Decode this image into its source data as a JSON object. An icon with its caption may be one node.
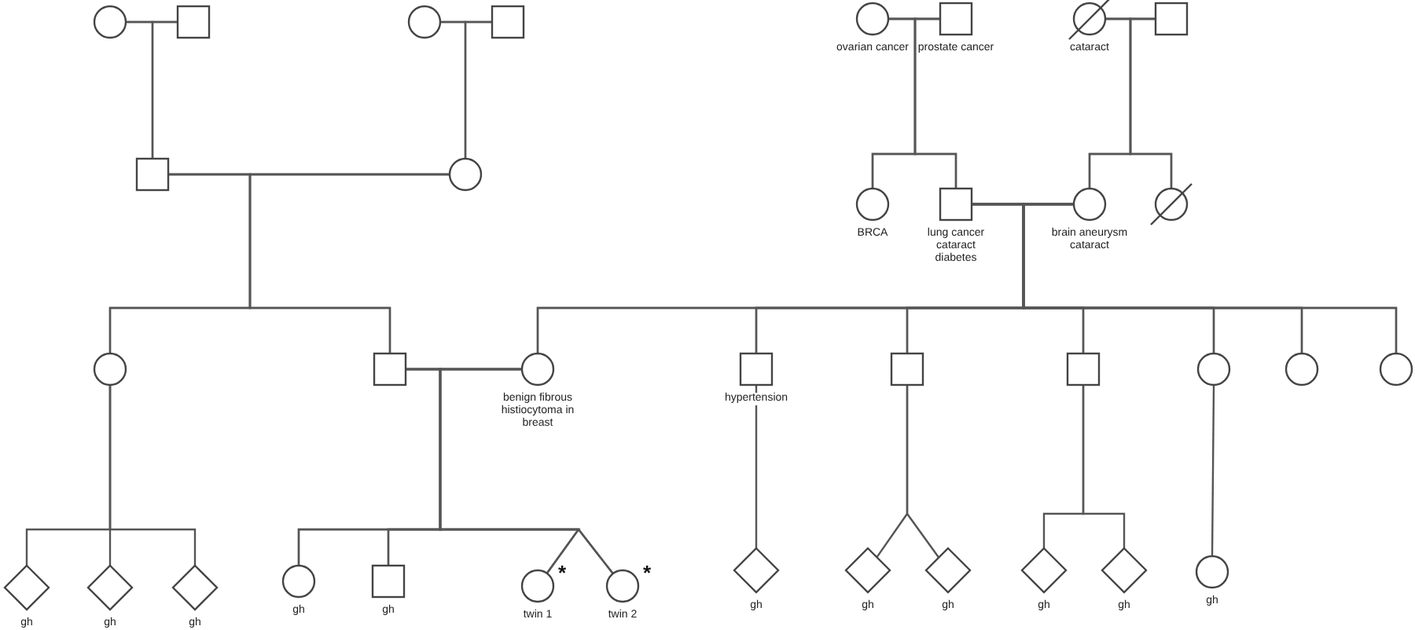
{
  "diagram": {
    "nodes": [
      {
        "text": [],
        "shape": "circle"
      },
      {
        "text": [],
        "shape": "box"
      },
      {
        "text": [],
        "shape": "circle"
      },
      {
        "text": [],
        "shape": "box"
      },
      {
        "text": [],
        "shape": "circle",
        "beside": [
          "ovarian cancer"
        ]
      },
      {
        "text": [],
        "shape": "box",
        "beside": [
          "prostate cancer"
        ]
      },
      {
        "text": [],
        "shape": "slashed-circle",
        "beside": [
          "cataract"
        ]
      },
      {
        "text": [],
        "shape": "box"
      },
      {
        "text": [],
        "shape": "box"
      },
      {
        "text": [],
        "shape": "circle"
      },
      {
        "text": [],
        "shape": "circle",
        "beside": [
          "BRCA"
        ]
      },
      {
        "text": [],
        "shape": "box",
        "beside": [
          "lung cancer cataract diabetes"
        ]
      },
      {
        "text": [],
        "shape": "circle",
        "beside": [
          "brain aneurysm cataract"
        ]
      },
      {
        "text": [],
        "shape": "slashed-circle"
      },
      {
        "text": [],
        "shape": "circle"
      },
      {
        "text": [],
        "shape": "box"
      },
      {
        "text": [],
        "shape": "circle",
        "beside": [
          "benign fibrous histiocytoma in breast"
        ]
      },
      {
        "text": [],
        "shape": "box",
        "beside": [
          "hypertension"
        ]
      },
      {
        "text": [],
        "shape": "box"
      },
      {
        "text": [],
        "shape": "box"
      },
      {
        "text": [],
        "shape": "circle"
      },
      {
        "text": [],
        "shape": "circle"
      },
      {
        "text": [],
        "shape": "circle"
      },
      {
        "text": [],
        "shape": "diamond",
        "beside": [
          "gh"
        ]
      },
      {
        "text": [],
        "shape": "diamond",
        "beside": [
          "gh"
        ]
      },
      {
        "text": [],
        "shape": "diamond",
        "beside": [
          "gh"
        ]
      },
      {
        "text": [],
        "shape": "circle",
        "beside": [
          "gh"
        ]
      },
      {
        "text": [],
        "shape": "box",
        "beside": [
          "gh"
        ]
      },
      {
        "text": [],
        "shape": "circle",
        "beside": [
          "twin 1",
          "*"
        ]
      },
      {
        "text": [],
        "shape": "circle",
        "beside": [
          "twin 2",
          "*"
        ]
      },
      {
        "text": [],
        "shape": "diamond",
        "beside": [
          "gh"
        ]
      },
      {
        "text": [],
        "shape": "diamond",
        "beside": [
          "gh"
        ]
      },
      {
        "text": [],
        "shape": "diamond",
        "beside": [
          "gh"
        ]
      },
      {
        "text": [],
        "shape": "diamond",
        "beside": [
          "gh"
        ]
      },
      {
        "text": [],
        "shape": "diamond",
        "beside": [
          "gh"
        ]
      },
      {
        "text": [],
        "shape": "circle",
        "beside": [
          "gh"
        ]
      }
    ],
    "edges": [
      {
        "from": 0,
        "to": 1,
        "arrow": "none"
      },
      {
        "from": 2,
        "to": 3,
        "arrow": "none"
      },
      {
        "from": 4,
        "to": 5,
        "arrow": "none"
      },
      {
        "from": 6,
        "to": 7,
        "arrow": "none"
      },
      {
        "from": 0,
        "to": 8,
        "arrow": "none"
      },
      {
        "from": 1,
        "to": 8,
        "arrow": "none"
      },
      {
        "from": 2,
        "to": 9,
        "arrow": "none"
      },
      {
        "from": 3,
        "to": 9,
        "arrow": "none"
      },
      {
        "from": 8,
        "to": 9,
        "arrow": "none"
      },
      {
        "from": 4,
        "to": 10,
        "arrow": "none"
      },
      {
        "from": 5,
        "to": 10,
        "arrow": "none"
      },
      {
        "from": 4,
        "to": 11,
        "arrow": "none"
      },
      {
        "from": 5,
        "to": 11,
        "arrow": "none"
      },
      {
        "from": 6,
        "to": 12,
        "arrow": "none"
      },
      {
        "from": 7,
        "to": 12,
        "arrow": "none"
      },
      {
        "from": 6,
        "to": 13,
        "arrow": "none"
      },
      {
        "from": 7,
        "to": 13,
        "arrow": "none"
      },
      {
        "from": 11,
        "to": 12,
        "arrow": "none"
      },
      {
        "from": 8,
        "to": 14,
        "arrow": "none"
      },
      {
        "from": 9,
        "to": 14,
        "arrow": "none"
      },
      {
        "from": 8,
        "to": 15,
        "arrow": "none"
      },
      {
        "from": 9,
        "to": 15,
        "arrow": "none"
      },
      {
        "from": 11,
        "to": 16,
        "arrow": "none"
      },
      {
        "from": 12,
        "to": 16,
        "arrow": "none"
      },
      {
        "from": 11,
        "to": 17,
        "arrow": "none"
      },
      {
        "from": 12,
        "to": 17,
        "arrow": "none"
      },
      {
        "from": 11,
        "to": 18,
        "arrow": "none"
      },
      {
        "from": 12,
        "to": 18,
        "arrow": "none"
      },
      {
        "from": 11,
        "to": 19,
        "arrow": "none"
      },
      {
        "from": 12,
        "to": 19,
        "arrow": "none"
      },
      {
        "from": 11,
        "to": 20,
        "arrow": "none"
      },
      {
        "from": 12,
        "to": 20,
        "arrow": "none"
      },
      {
        "from": 11,
        "to": 21,
        "arrow": "none"
      },
      {
        "from": 12,
        "to": 21,
        "arrow": "none"
      },
      {
        "from": 11,
        "to": 22,
        "arrow": "none"
      },
      {
        "from": 12,
        "to": 22,
        "arrow": "none"
      },
      {
        "from": 15,
        "to": 16,
        "arrow": "none"
      },
      {
        "from": 14,
        "to": 23,
        "arrow": "none"
      },
      {
        "from": 14,
        "to": 24,
        "arrow": "none"
      },
      {
        "from": 14,
        "to": 25,
        "arrow": "none"
      },
      {
        "from": 15,
        "to": 26,
        "arrow": "none"
      },
      {
        "from": 16,
        "to": 26,
        "arrow": "none"
      },
      {
        "from": 15,
        "to": 27,
        "arrow": "none"
      },
      {
        "from": 16,
        "to": 27,
        "arrow": "none"
      },
      {
        "from": 15,
        "to": 28,
        "arrow": "none"
      },
      {
        "from": 16,
        "to": 28,
        "arrow": "none"
      },
      {
        "from": 15,
        "to": 29,
        "arrow": "none"
      },
      {
        "from": 16,
        "to": 29,
        "arrow": "none"
      },
      {
        "from": 17,
        "to": 30,
        "arrow": "none"
      },
      {
        "from": 18,
        "to": 31,
        "arrow": "none"
      },
      {
        "from": 18,
        "to": 32,
        "arrow": "none"
      },
      {
        "from": 19,
        "to": 33,
        "arrow": "none"
      },
      {
        "from": 19,
        "to": 34,
        "arrow": "none"
      },
      {
        "from": 20,
        "to": 35,
        "arrow": "none"
      }
    ]
  }
}
